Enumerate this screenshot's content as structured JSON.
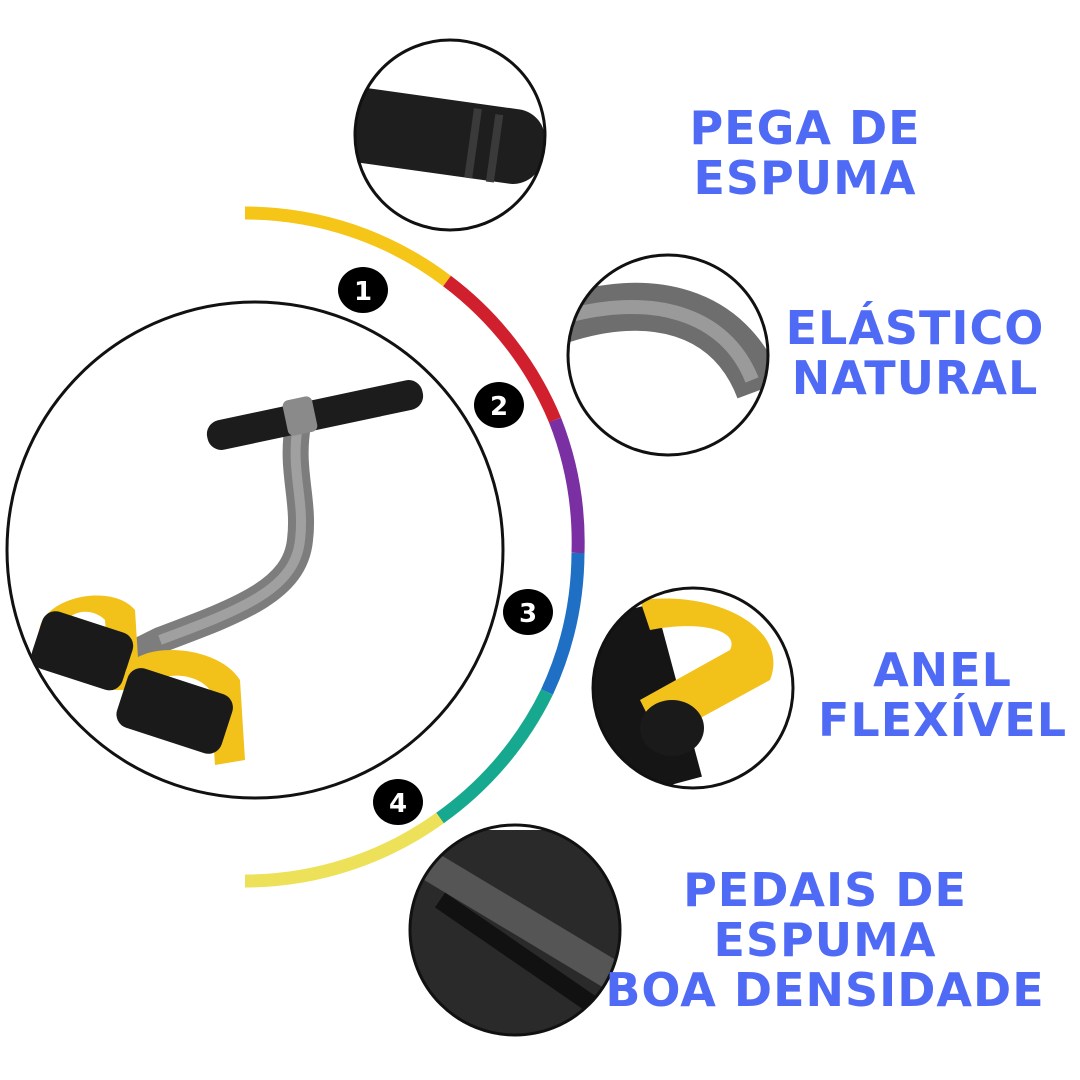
{
  "features": [
    {
      "number": "1",
      "lines": [
        "PEGA DE ESPUMA"
      ],
      "color": "#f5c518"
    },
    {
      "number": "2",
      "lines": [
        "ELÁSTICO",
        "NATURAL"
      ],
      "color": "#d0202e"
    },
    {
      "number": "3",
      "lines": [
        "ANEL",
        "FLEXÍVEL"
      ],
      "color": "#1f6fc4"
    },
    {
      "number": "4",
      "lines": [
        "PEDAIS DE",
        "ESPUMA",
        "BOA DENSIDADE"
      ],
      "color": "#16a98f"
    }
  ],
  "colors": {
    "text": "#4f6af5",
    "arc_purple": "#7a2fa3",
    "arc_yellow_end": "#ede15a"
  }
}
